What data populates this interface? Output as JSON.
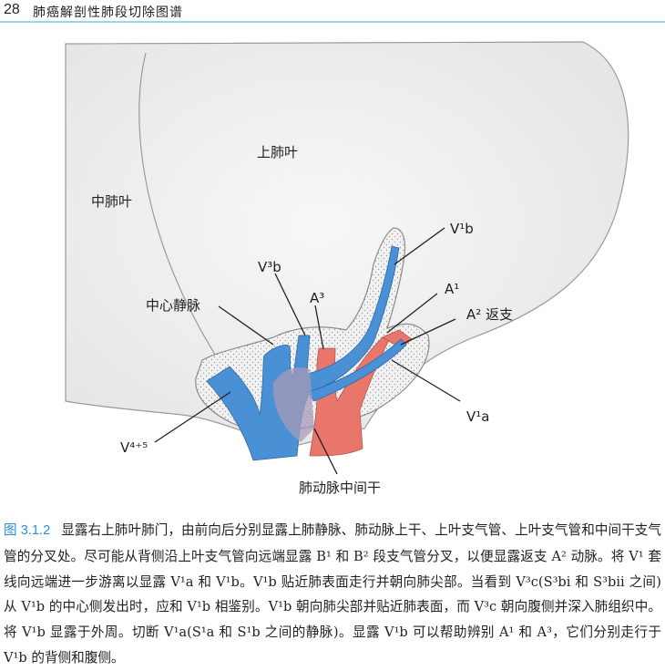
{
  "header": {
    "page_number": "28",
    "book_title": "肺癌解剖性肺段切除图谱"
  },
  "figure": {
    "labels": {
      "upper_lobe": "上肺叶",
      "middle_lobe": "中肺叶",
      "v1b": "V¹b",
      "a1": "A¹",
      "a2": "A² 返支",
      "v3b": "V³b",
      "a3": "A³",
      "central_vein": "中心静脉",
      "v1a": "V¹a",
      "v45": "V⁴⁺⁵",
      "pa_trunk": "肺动脉中间干"
    },
    "colors": {
      "vein": "#4a90d4",
      "artery": "#e8766a",
      "lung": "#efefef",
      "accent": "#2a8fd0"
    }
  },
  "caption": {
    "figure_number": "图 3.1.2",
    "text": "显露右上肺叶肺门，由前向后分别显露上肺静脉、肺动脉上干、上叶支气管、上叶支气管和中间干支气管的分叉处。尽可能从背侧沿上叶支气管向远端显露 B¹ 和 B² 段支气管分叉，以便显露返支 A² 动脉。将 V¹ 套线向远端进一步游离以显露 V¹a 和 V¹b。V¹b 贴近肺表面走行并朝向肺尖部。当看到 V³c(S³bi 和 S³bii 之间)从 V¹b 的中心侧发出时，应和 V¹b 相鉴别。V¹b 朝向肺尖部并贴近肺表面，而 V³c 朝向腹侧并深入肺组织中。将 V¹b 显露于外周。切断 V¹a(S¹a 和 S¹b 之间的静脉)。显露 V¹b 可以帮助辨别 A¹ 和 A³，它们分别走行于 V¹b 的背侧和腹侧。"
  }
}
